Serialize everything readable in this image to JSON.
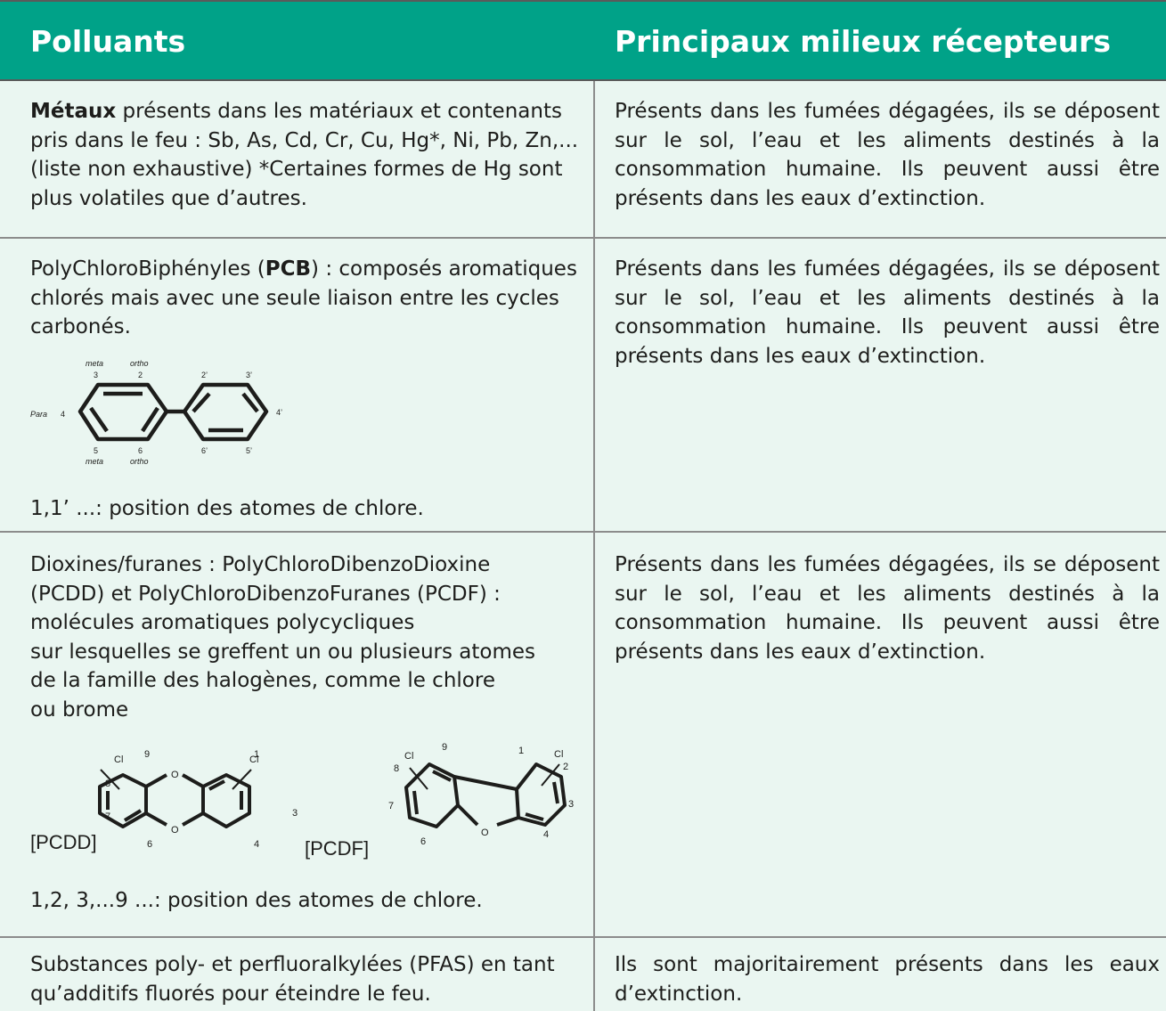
{
  "headers": {
    "col1": "Polluants",
    "col2": "Principaux milieux récepteurs"
  },
  "rows": [
    {
      "pollutant_bold": "Métaux",
      "pollutant_text": " présents dans les matériaux et contenants pris dans le feu : Sb, As, Cd, Cr, Cu, Hg*, Ni, Pb, Zn,...(liste non exhaustive) *Certaines formes de Hg sont plus volatiles que d’autres.",
      "media": "Présents dans les fumées dégagées, ils se déposent sur le sol, l’eau et les aliments destinés à la consommation humaine. Ils peuvent aussi être présents dans les eaux d’extinction."
    },
    {
      "pollutant_pre": "PolyChloroBiphényles (",
      "pollutant_bold": "PCB",
      "pollutant_post": ") : composés aromatiques chlorés mais avec une seule liaison entre les cycles carbonés.",
      "diagram_labels": {
        "meta_top": "meta",
        "ortho_top": "ortho",
        "n3": "3",
        "n2": "2",
        "n2p": "2’",
        "n3p": "3’",
        "para": "Para",
        "n4": "4",
        "n4p": "4’",
        "n5": "5",
        "n6": "6",
        "n6p": "6’",
        "n5p": "5’",
        "meta_bottom": "meta",
        "ortho_bottom": "ortho"
      },
      "footnote": "1,1’ ...: position des atomes de chlore.",
      "media": "Présents dans les fumées dégagées, ils se déposent sur le sol, l’eau et les aliments destinés à la consommation humaine. Ils peuvent aussi être présents dans les eaux d’extinction."
    },
    {
      "pollutant_lines": [
        "Dioxines/furanes : PolyChloroDibenzoDioxine",
        "(PCDD) et PolyChloroDibenzoFuranes (PCDF) :",
        "molécules aromatiques polycycliques",
        "sur lesquelles se greffent un ou plusieurs atomes",
        "de la famille des halogènes, comme le chlore",
        "ou brome"
      ],
      "diagram_labels": {
        "pcdd": "[PCDD]",
        "pcdf": "[PCDF]",
        "o": "O",
        "clx": "Cl",
        "d9": "9",
        "d8": "8",
        "d7": "7",
        "d6": "6",
        "d1": "1",
        "d3": "3",
        "d4": "4",
        "f9": "9",
        "f8": "8",
        "f7": "7",
        "f6": "6",
        "f1": "1",
        "f2": "2",
        "f3": "3",
        "f4": "4"
      },
      "footnote": "1,2, 3,...9 ...: position des atomes de chlore.",
      "media": "Présents dans les fumées dégagées, ils se déposent sur le sol, l’eau et les aliments destinés à la consommation humaine. Ils peuvent aussi être présents dans les eaux d’extinction."
    },
    {
      "pollutant_text": "Substances poly- et perfluoralkylées (PFAS) en tant qu’additifs fluorés pour éteindre le feu.",
      "media": "Ils sont majoritairement présents dans les eaux d’extinction."
    }
  ]
}
